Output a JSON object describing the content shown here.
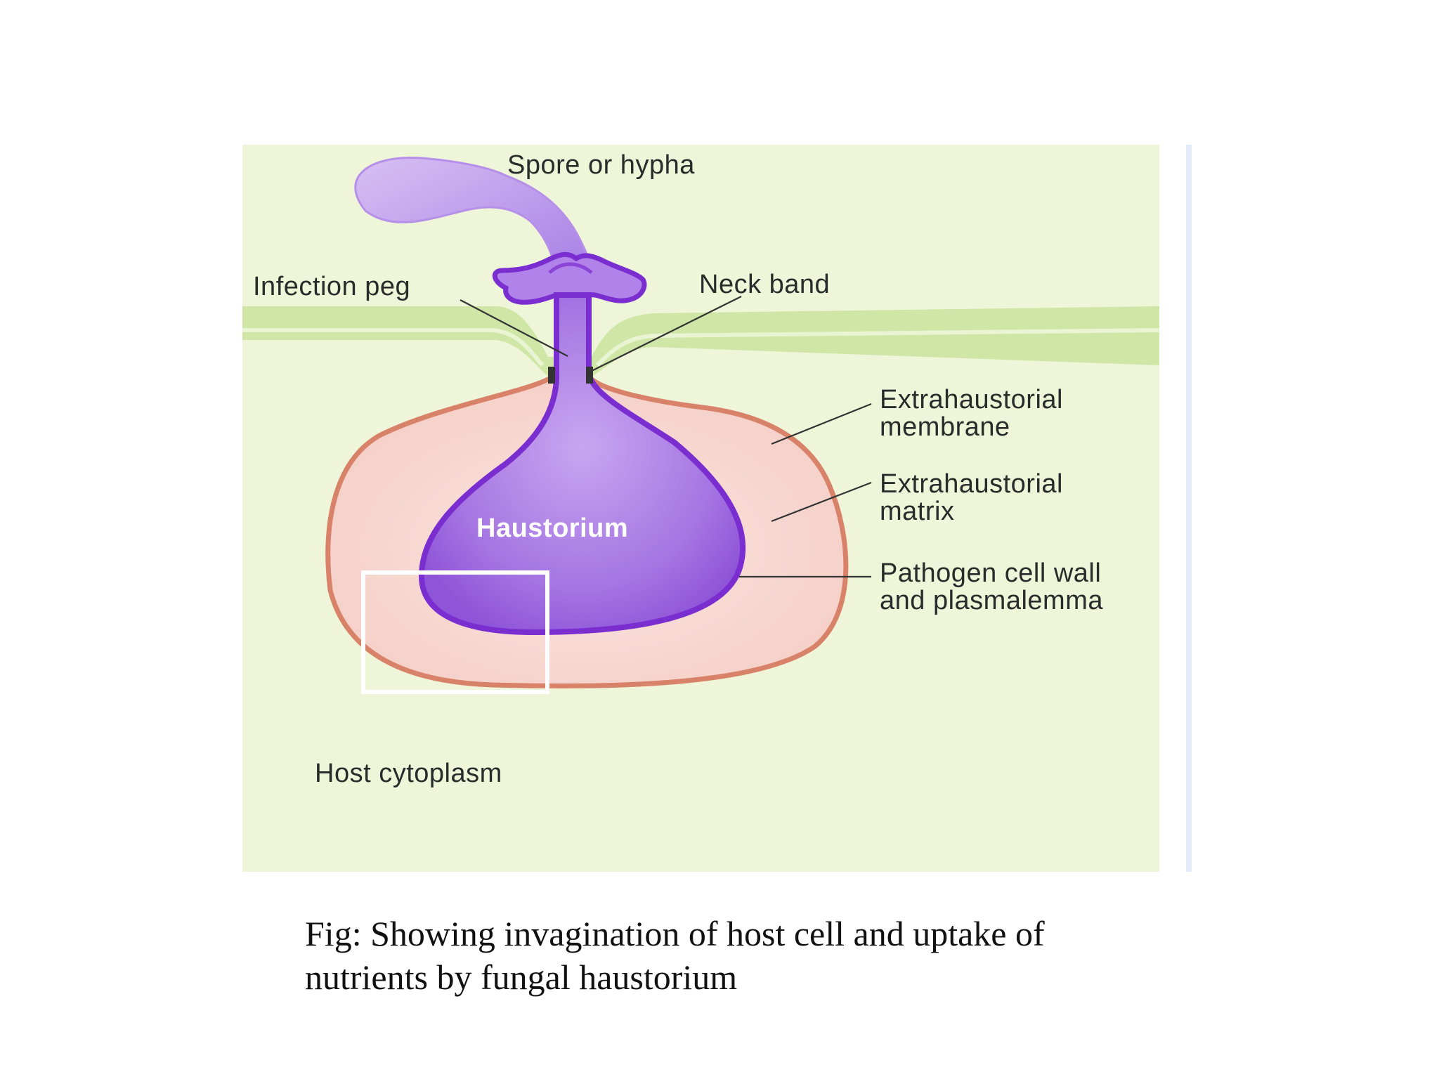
{
  "figure": {
    "labels": {
      "spore": "Spore or hypha",
      "infection_peg": "Infection peg",
      "neck_band": "Neck band",
      "eh_membrane_1": "Extrahaustorial",
      "eh_membrane_2": "membrane",
      "eh_matrix_1": "Extrahaustorial",
      "eh_matrix_2": "matrix",
      "pathogen_1": "Pathogen cell wall",
      "pathogen_2": "and plasmalemma",
      "haustorium": "Haustorium",
      "host_cytoplasm": "Host cytoplasm"
    },
    "colors": {
      "background": "#eef5d8",
      "host_wall": "#cfe6a6",
      "matrix": "#f7d6d0",
      "membrane": "#d9826a",
      "fungus": "#a875e0",
      "fungus_outline": "#7a2ed0",
      "neck_band": "#333333"
    }
  },
  "caption": {
    "line1": "Fig: Showing invagination of host cell and uptake of",
    "line2": "nutrients by fungal haustorium"
  }
}
